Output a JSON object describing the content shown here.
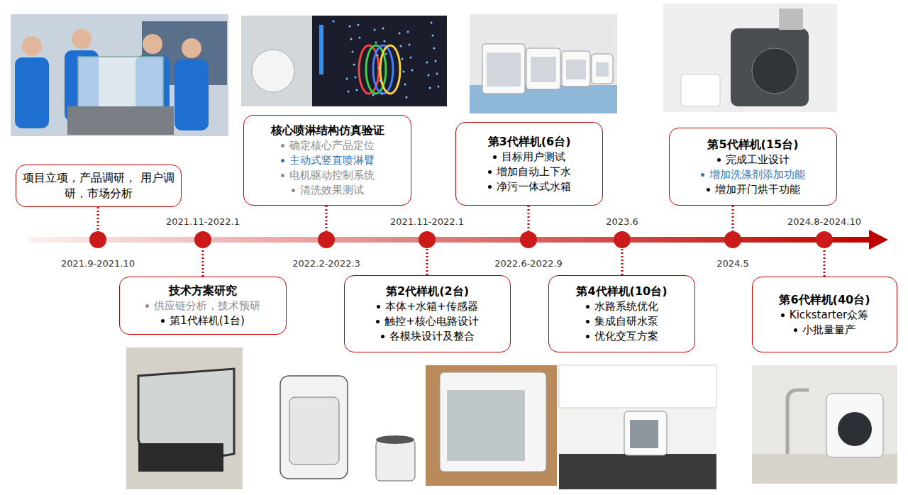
{
  "diagram": {
    "nodes": [
      {
        "text": [
          "项目立项，产品调研， 用户调研，市场分析"
        ]
      },
      {
        "text": [
          "技术方案研究",
          "供应链分析，技术预研",
          "第1代样机(1台)"
        ]
      },
      {
        "text": [
          "核心喷淋结构仿真验证",
          "确定核心产品定位",
          "主动式竖直喷淋臂",
          "电机驱动控制系统",
          "清洗效果测试"
        ]
      },
      {
        "text": [
          "第2代样机(2台)",
          "本体+水箱+传感器",
          "触控+核心电路设计",
          "各模块设计及整合"
        ]
      },
      {
        "text": [
          "第3代样机(6台)",
          "目标用户测试",
          "增加自动上下水",
          "净污一体式水箱"
        ]
      },
      {
        "text": [
          "第4代样机(10台)",
          "水路系统优化",
          "集成自研水泵",
          "优化交互方案"
        ]
      },
      {
        "text": [
          "第5代样机(15台)",
          "完成工业设计",
          "增加洗涤剂添加功能",
          "增加开门烘干功能"
        ]
      },
      {
        "text": [
          "第6代样机(40台)",
          "Kickstarter众筹",
          "小批量量产"
        ]
      }
    ],
    "labels": [
      "2021.9-2021.10",
      "2021.11-2022.1",
      "2022.2-2022.3",
      "2021.11-2022.1",
      "2022.6-2022.9",
      "2023.6",
      "2024.5",
      "2024.8-2024.10"
    ]
  }
}
